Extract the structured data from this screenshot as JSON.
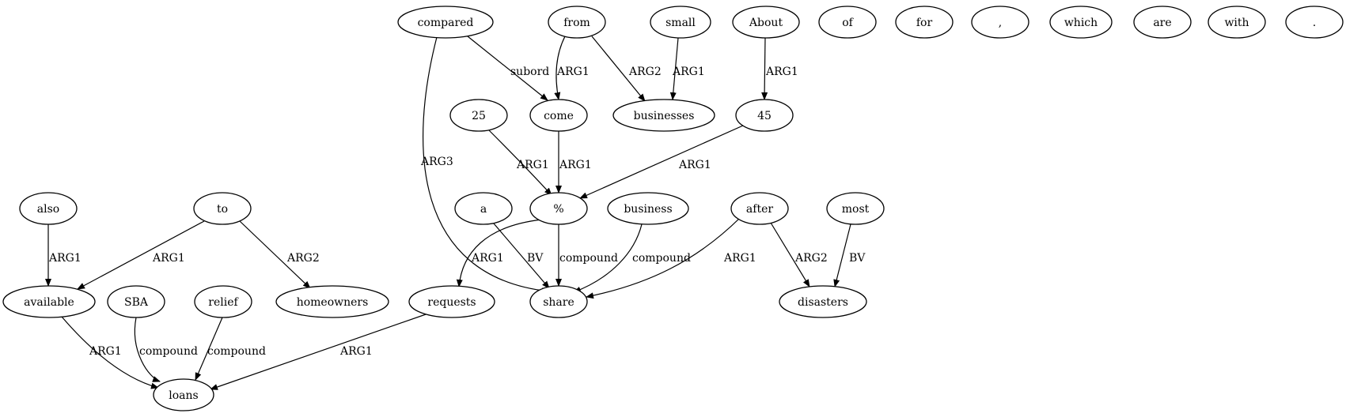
{
  "nodes": [
    {
      "id": "compared",
      "label": "compared"
    },
    {
      "id": "from",
      "label": "from"
    },
    {
      "id": "small",
      "label": "small"
    },
    {
      "id": "about",
      "label": "About"
    },
    {
      "id": "of",
      "label": "of"
    },
    {
      "id": "for",
      "label": "for"
    },
    {
      "id": "comma",
      "label": ","
    },
    {
      "id": "which",
      "label": "which"
    },
    {
      "id": "are",
      "label": "are"
    },
    {
      "id": "with",
      "label": "with"
    },
    {
      "id": "period",
      "label": "."
    },
    {
      "id": "n25",
      "label": "25"
    },
    {
      "id": "come",
      "label": "come"
    },
    {
      "id": "businesses",
      "label": "businesses"
    },
    {
      "id": "n45",
      "label": "45"
    },
    {
      "id": "also",
      "label": "also"
    },
    {
      "id": "to",
      "label": "to"
    },
    {
      "id": "a",
      "label": "a"
    },
    {
      "id": "percent",
      "label": "%"
    },
    {
      "id": "business",
      "label": "business"
    },
    {
      "id": "after",
      "label": "after"
    },
    {
      "id": "most",
      "label": "most"
    },
    {
      "id": "available",
      "label": "available"
    },
    {
      "id": "sba",
      "label": "SBA"
    },
    {
      "id": "relief",
      "label": "relief"
    },
    {
      "id": "homeowners",
      "label": "homeowners"
    },
    {
      "id": "requests",
      "label": "requests"
    },
    {
      "id": "share",
      "label": "share"
    },
    {
      "id": "disasters",
      "label": "disasters"
    },
    {
      "id": "loans",
      "label": "loans"
    }
  ],
  "edges": [
    {
      "from": "compared",
      "to": "come",
      "label": "subord"
    },
    {
      "from": "compared",
      "to": "share",
      "label": "ARG3"
    },
    {
      "from": "from",
      "to": "come",
      "label": "ARG1"
    },
    {
      "from": "from",
      "to": "businesses",
      "label": "ARG2"
    },
    {
      "from": "small",
      "to": "businesses",
      "label": "ARG1"
    },
    {
      "from": "about",
      "to": "n45",
      "label": "ARG1"
    },
    {
      "from": "n25",
      "to": "percent",
      "label": "ARG1"
    },
    {
      "from": "come",
      "to": "percent",
      "label": "ARG1"
    },
    {
      "from": "n45",
      "to": "percent",
      "label": "ARG1"
    },
    {
      "from": "also",
      "to": "available",
      "label": "ARG1"
    },
    {
      "from": "to",
      "to": "available",
      "label": "ARG1"
    },
    {
      "from": "to",
      "to": "homeowners",
      "label": "ARG2"
    },
    {
      "from": "a",
      "to": "share",
      "label": "BV"
    },
    {
      "from": "percent",
      "to": "requests",
      "label": "ARG1"
    },
    {
      "from": "percent",
      "to": "share",
      "label": "compound"
    },
    {
      "from": "business",
      "to": "share",
      "label": "compound"
    },
    {
      "from": "after",
      "to": "share",
      "label": "ARG1"
    },
    {
      "from": "after",
      "to": "disasters",
      "label": "ARG2"
    },
    {
      "from": "most",
      "to": "disasters",
      "label": "BV"
    },
    {
      "from": "available",
      "to": "loans",
      "label": "ARG1"
    },
    {
      "from": "sba",
      "to": "loans",
      "label": "compound"
    },
    {
      "from": "relief",
      "to": "loans",
      "label": "compound"
    },
    {
      "from": "requests",
      "to": "loans",
      "label": "ARG1"
    }
  ]
}
